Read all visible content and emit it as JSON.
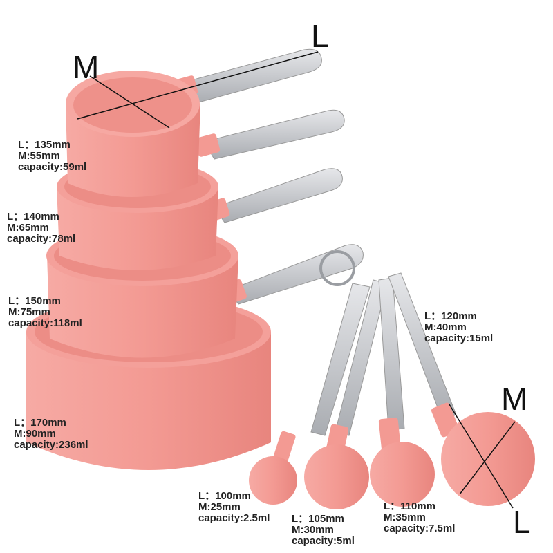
{
  "labels": {
    "cup_m": "M",
    "cup_l": "L",
    "spoon_m": "M",
    "spoon_l": "L"
  },
  "cups": [
    {
      "length": "L：135mm",
      "mouth": "M:55mm",
      "capacity": "capacity:59ml"
    },
    {
      "length": "L：140mm",
      "mouth": "M:65mm",
      "capacity": "capacity:78ml"
    },
    {
      "length": "L：150mm",
      "mouth": "M:75mm",
      "capacity": "capacity:118ml"
    },
    {
      "length": "L：170mm",
      "mouth": "M:90mm",
      "capacity": "capacity:236ml"
    }
  ],
  "spoons": [
    {
      "length": "L：120mm",
      "mouth": "M:40mm",
      "capacity": "capacity:15ml"
    },
    {
      "length": "L：100mm",
      "mouth": "M:25mm",
      "capacity": "capacity:2.5ml"
    },
    {
      "length": "L：105mm",
      "mouth": "M:30mm",
      "capacity": "capacity:5ml"
    },
    {
      "length": "L：110mm",
      "mouth": "M:35mm",
      "capacity": "capacity:7.5ml"
    }
  ],
  "colors": {
    "pink": "#f4a09a",
    "pink_dark": "#e98a84",
    "steel": "#c9cbcf"
  }
}
